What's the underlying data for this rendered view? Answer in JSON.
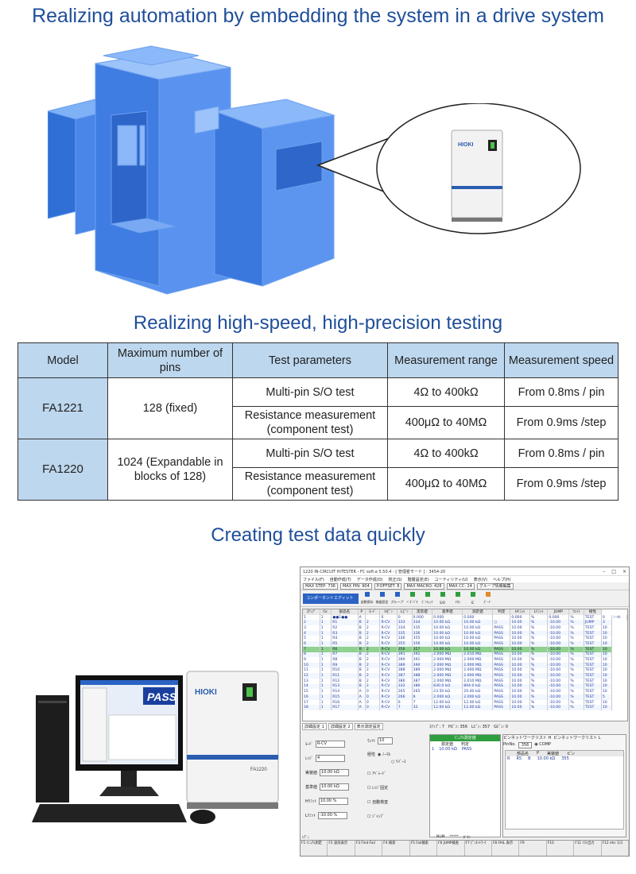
{
  "headings": {
    "automation": "Realizing automation by embedding the system in a drive system",
    "speed": "Realizing high-speed, high-precision testing",
    "data": "Creating test data quickly"
  },
  "table": {
    "headers": [
      "Model",
      "Maximum number of pins",
      "Test parameters",
      "Measurement range",
      "Measurement speed"
    ],
    "rows": [
      {
        "model": "FA1221",
        "pins": "128 (fixed)",
        "tests": [
          {
            "param": "Multi-pin S/O test",
            "range": "4Ω to 400kΩ",
            "speed": "From 0.8ms / pin"
          },
          {
            "param": "Resistance measurement (component test)",
            "range": "400μΩ to 40MΩ",
            "speed": "From 0.9ms /step"
          }
        ]
      },
      {
        "model": "FA1220",
        "pins": "1024 (Expandable in blocks of 128)",
        "tests": [
          {
            "param": "Multi-pin S/O test",
            "range": "4Ω to 400kΩ",
            "speed": "From 0.8ms / pin"
          },
          {
            "param": "Resistance measurement (component test)",
            "range": "400μΩ to 40MΩ",
            "speed": "From 0.9ms /step"
          }
        ]
      }
    ]
  },
  "product": {
    "brand": "HIOKI",
    "model_label": "FA1220",
    "pass_label": "PASS"
  },
  "colors": {
    "heading": "#1f4e9a",
    "table_header": "#bdd7ee",
    "machine": "#4a86e8"
  },
  "app": {
    "title": "1220 IN-CIRCUIT HiTESTER - FC soft.e 5.50.4 - [ 管理者モード ] : 3454-20",
    "menu": [
      "ファイル(F)",
      "自動作成(T)",
      "データ作成(D)",
      "校正(S)",
      "階層設定(E)",
      "ユーティリティ(U)",
      "表示(V)",
      "ヘルプ(H)"
    ],
    "info": [
      "MAX STEP: 736",
      "MAX PIN: 904",
      "P.OFFSET: 8",
      "MAX MACRO: 426",
      "MAX CC: 24"
    ],
    "group_label": "グループ情報編集",
    "component_edit": "コンポーネントエディット",
    "toolbar": [
      "自動保存",
      "検査設定",
      "グループ",
      "ﾍﾞﾀﾞﾊﾟﾀ",
      "ﾋﾟﾝﾁｪｯｸ",
      "S/O",
      "ﾏｸﾛ",
      "IC",
      "ﾎﾞｰﾄﾞ"
    ],
    "grid_headers": [
      "ｽﾃｯﾌﾟ",
      "Gr.",
      "部品名",
      "P",
      "ﾓｰﾄﾞ",
      "Hﾋﾟﾝ",
      "Lﾋﾟﾝ",
      "実装値",
      "基準値",
      "測定値",
      "判定",
      "Hﾘﾐｯﾄ",
      "Lﾘﾐｯﾄ",
      "JUMP",
      "ｳｪｲﾄ",
      "極性"
    ],
    "grid_rows": [
      [
        "1",
        "1",
        "●●1●●",
        "A",
        "",
        "0",
        "0",
        "0.000",
        "0.000",
        "0.000",
        "",
        "0.000",
        "%",
        "0.000",
        "%",
        "TEST",
        "0",
        "ﾉｰﾏﾙ"
      ],
      [
        "2",
        "1",
        "R1",
        "B",
        "2",
        "R-CV",
        "333",
        "334",
        "10.00 kΩ",
        "10.00 kΩ",
        "○",
        "10.00",
        "%",
        "-10.00",
        "%",
        "JUMP",
        "3"
      ],
      [
        "3",
        "1",
        "R2",
        "B",
        "2",
        "R-CV",
        "334",
        "335",
        "10.00 kΩ",
        "10.00 kΩ",
        "PASS",
        "10.00",
        "%",
        "-10.00",
        "%",
        "TEST",
        "10"
      ],
      [
        "4",
        "1",
        "R3",
        "B",
        "2",
        "R-CV",
        "335",
        "336",
        "10.00 kΩ",
        "10.00 kΩ",
        "PASS",
        "10.00",
        "%",
        "-10.00",
        "%",
        "TEST",
        "10"
      ],
      [
        "5",
        "1",
        "R4",
        "B",
        "2",
        "R-CV",
        "336",
        "355",
        "10.00 kΩ",
        "10.00 kΩ",
        "PASS",
        "10.00",
        "%",
        "-10.00",
        "%",
        "TEST",
        "10"
      ],
      [
        "6",
        "1",
        "R5",
        "B",
        "2",
        "R-CV",
        "355",
        "356",
        "10.00 kΩ",
        "10.00 kΩ",
        "PASS",
        "10.00",
        "%",
        "-10.00",
        "%",
        "TEST",
        "10"
      ],
      [
        "7",
        "1",
        "R6",
        "B",
        "2",
        "R-CV",
        "356",
        "357",
        "10.00 kΩ",
        "10.00 kΩ",
        "PASS",
        "10.00",
        "%",
        "-10.00",
        "%",
        "TEST",
        "10"
      ],
      [
        "8",
        "1",
        "R7",
        "B",
        "2",
        "R-CV",
        "391",
        "392",
        "2.000 MΩ",
        "2.010 MΩ",
        "PASS",
        "10.00",
        "%",
        "-10.00",
        "%",
        "TEST",
        "10"
      ],
      [
        "9",
        "1",
        "R8",
        "B",
        "2",
        "R-CV",
        "390",
        "391",
        "2.000 MΩ",
        "2.000 MΩ",
        "PASS",
        "10.00",
        "%",
        "-10.00",
        "%",
        "TEST",
        "10"
      ],
      [
        "10",
        "1",
        "R9",
        "B",
        "2",
        "R-CV",
        "389",
        "390",
        "2.000 MΩ",
        "2.000 MΩ",
        "PASS",
        "10.00",
        "%",
        "-10.00",
        "%",
        "TEST",
        "10"
      ],
      [
        "11",
        "1",
        "R10",
        "B",
        "2",
        "R-CV",
        "388",
        "389",
        "2.000 MΩ",
        "2.000 MΩ",
        "PASS",
        "10.00",
        "%",
        "-10.00",
        "%",
        "TEST",
        "10"
      ],
      [
        "12",
        "1",
        "R11",
        "B",
        "2",
        "R-CV",
        "387",
        "388",
        "2.000 MΩ",
        "2.000 MΩ",
        "PASS",
        "10.00",
        "%",
        "-10.00",
        "%",
        "TEST",
        "10"
      ],
      [
        "13",
        "1",
        "R12",
        "B",
        "2",
        "R-CV",
        "386",
        "387",
        "2.000 MΩ",
        "2.010 MΩ",
        "PASS",
        "10.00",
        "%",
        "-10.00",
        "%",
        "TEST",
        "10"
      ],
      [
        "14",
        "1",
        "R13",
        "B",
        "2",
        "R-CV",
        "332",
        "386",
        "830.0 kΩ",
        "804.0 kΩ",
        "PASS",
        "10.00",
        "%",
        "-10.00",
        "%",
        "TEST",
        "10"
      ],
      [
        "15",
        "1",
        "R14",
        "A",
        "0",
        "R-CV",
        "265",
        "265",
        "23.50 kΩ",
        "20.40 kΩ",
        "PASS",
        "10.00",
        "%",
        "-10.00",
        "%",
        "TEST",
        "10"
      ],
      [
        "16",
        "1",
        "R15",
        "A",
        "0",
        "R-CV",
        "266",
        "6",
        "2.000 kΩ",
        "2.000 kΩ",
        "PASS",
        "10.00",
        "%",
        "-10.00",
        "%",
        "TEST",
        "5"
      ],
      [
        "17",
        "1",
        "R16",
        "A",
        "0",
        "R-CV",
        "6",
        "7",
        "12.00 kΩ",
        "12.00 kΩ",
        "PASS",
        "10.00",
        "%",
        "-10.00",
        "%",
        "TEST",
        "10"
      ],
      [
        "18",
        "1",
        "R17",
        "A",
        "0",
        "R-CV",
        "7",
        "32",
        "12.00 kΩ",
        "12.00 kΩ",
        "PASS",
        "10.00",
        "%",
        "-10.00",
        "%",
        "TEST",
        "10"
      ]
    ],
    "lower_tabs": [
      "詳細設定 1",
      "詳細設定 2",
      "表示測定設定"
    ],
    "fields": {
      "mode": "R-CV",
      "range": "4",
      "actual": "10.00 kΩ",
      "ref": "10.00 kΩ",
      "hlimit": "10.00 %",
      "llimit": "-10.00 %",
      "wait": "10"
    },
    "field_labels": [
      "ﾓｰﾄﾞ",
      "ﾚﾝｼﾞ",
      "実装値",
      "基準値",
      "Hﾘﾐｯﾄ",
      "Lﾘﾐｯﾄ",
      "ｳｪｲﾄ",
      "極性"
    ],
    "checks": [
      "ﾉｰﾏﾙ",
      "ﾘﾊﾞｰｽ",
      "ｱﾍﾞﾚｰｼﾞ",
      "ﾚﾝｼﾞ固定",
      "自動検査",
      "ｼﾞｬﾝﾌﾟ"
    ],
    "step_info": [
      "ｽﾃｯﾌﾟ: 7",
      "Hﾋﾟﾝ: 356",
      "Lﾋﾟﾝ: 357",
      "Gﾋﾟﾝ: 0"
    ],
    "manual_label": "ﾏﾆｭｱﾙ測定値",
    "manual_cols": [
      "測定値",
      "判定"
    ],
    "manual_row": [
      "1",
      "10.00 kΩ",
      "PASS"
    ],
    "pinnet_tabs": [
      "ピンネットワークリスト H",
      "ピンネットワークリスト L"
    ],
    "pin_no": "356",
    "pin_cols": [
      "部品名",
      "P",
      "実装値",
      "ピン"
    ],
    "pin_row": [
      "R",
      "R5",
      "B",
      "10.00 kΩ",
      "355"
    ],
    "fkeys": [
      "F1 ﾏﾆｭｱﾙ測定",
      "F2 波形表示",
      "F3 Find-Fail",
      "F4 検索",
      "F5 Fail検索",
      "F6 JUMP検査",
      "F7 ﾋﾟﾝﾈｯﾄﾜｰｸ",
      "F8 FAIL 表示",
      "F9",
      "F10",
      "F11 ﾘｽﾄ出力",
      "F12 ehc 1/3"
    ],
    "status": [
      "ﾚﾃﾞｨ",
      "NUM",
      "*****",
      "ﾀﾞｳﾝ"
    ]
  }
}
